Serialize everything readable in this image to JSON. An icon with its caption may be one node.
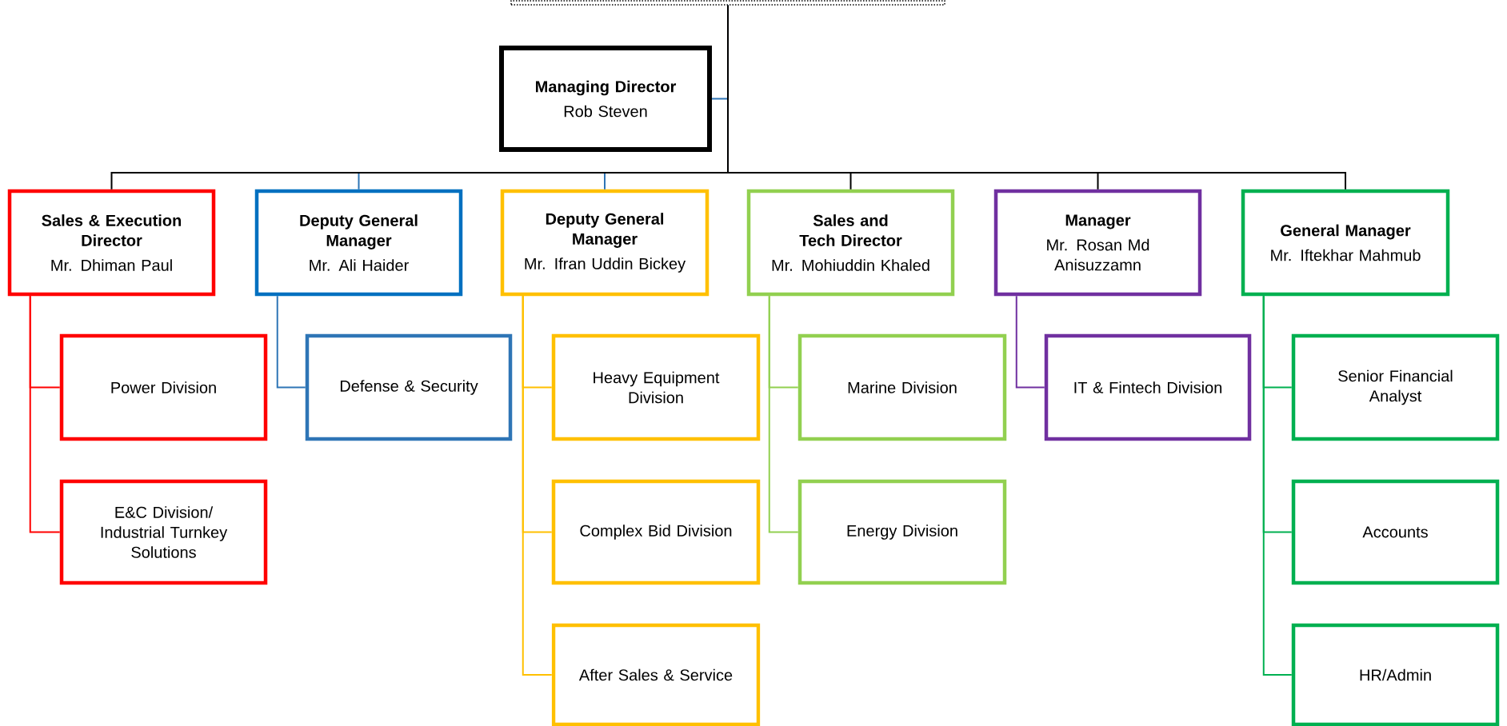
{
  "diagram": {
    "nodes": [
      {
        "text": [],
        "shape": "box"
      },
      {
        "text": [
          "Managing Director",
          "Rob Steven"
        ]
      },
      {
        "text": [
          "Sales & Execution Director",
          "Mr. Dhiman Paul"
        ]
      },
      {
        "text": [
          "Deputy General Manager",
          "Mr. Ali Haider"
        ]
      },
      {
        "text": [
          "Deputy General Manager",
          "Mr. Ifran Uddin Bickey"
        ]
      },
      {
        "text": [
          "Sales and Tech Director",
          "Mr. Mohiuddin Khaled"
        ]
      },
      {
        "text": [
          "Manager",
          "Mr. Rosan Md Anisuzzamn"
        ]
      },
      {
        "text": [
          "General Manager",
          "Mr. Iftekhar Mahmub"
        ]
      },
      {
        "text": [
          "Power Division"
        ]
      },
      {
        "text": [
          "E&C Division/ Industrial Turnkey Solutions"
        ]
      },
      {
        "text": [
          "Defense & Security"
        ]
      },
      {
        "text": [
          "Heavy Equipment Division"
        ]
      },
      {
        "text": [
          "Complex Bid Division"
        ]
      },
      {
        "text": [
          "After Sales & Service"
        ]
      },
      {
        "text": [
          "Marine Division"
        ]
      },
      {
        "text": [
          "Energy Division"
        ]
      },
      {
        "text": [
          "IT & Fintech Division"
        ]
      },
      {
        "text": [
          "Senior Financial Analyst"
        ]
      },
      {
        "text": [
          "Accounts"
        ]
      },
      {
        "text": [
          "HR/Admin"
        ]
      }
    ],
    "edges": [
      {
        "from": 0,
        "to": 1,
        "arrow": "none",
        "color": "#2e75b6"
      },
      {
        "from": 0,
        "to": 2,
        "arrow": "none",
        "color": "#000000"
      },
      {
        "from": 0,
        "to": 3,
        "arrow": "none",
        "color": "#2e75b6"
      },
      {
        "from": 0,
        "to": 4,
        "arrow": "none",
        "color": "#2e75b6"
      },
      {
        "from": 0,
        "to": 5,
        "arrow": "none",
        "color": "#000000"
      },
      {
        "from": 0,
        "to": 6,
        "arrow": "none",
        "color": "#000000"
      },
      {
        "from": 0,
        "to": 7,
        "arrow": "none",
        "color": "#000000"
      },
      {
        "from": 2,
        "to": 8,
        "arrow": "none",
        "color": "#ff0000"
      },
      {
        "from": 2,
        "to": 9,
        "arrow": "none",
        "color": "#ff0000"
      },
      {
        "from": 3,
        "to": 10,
        "arrow": "none",
        "color": "#2e75b6"
      },
      {
        "from": 4,
        "to": 11,
        "arrow": "none",
        "color": "#ffc000"
      },
      {
        "from": 4,
        "to": 12,
        "arrow": "none",
        "color": "#ffc000"
      },
      {
        "from": 4,
        "to": 13,
        "arrow": "none",
        "color": "#ffc000"
      },
      {
        "from": 5,
        "to": 14,
        "arrow": "none",
        "color": "#92d050"
      },
      {
        "from": 5,
        "to": 15,
        "arrow": "none",
        "color": "#92d050"
      },
      {
        "from": 6,
        "to": 16,
        "arrow": "none",
        "color": "#7030a0"
      },
      {
        "from": 7,
        "to": 17,
        "arrow": "none",
        "color": "#00b050"
      },
      {
        "from": 7,
        "to": 18,
        "arrow": "none",
        "color": "#00b050"
      },
      {
        "from": 7,
        "to": 19,
        "arrow": "none",
        "color": "#00b050"
      }
    ]
  }
}
